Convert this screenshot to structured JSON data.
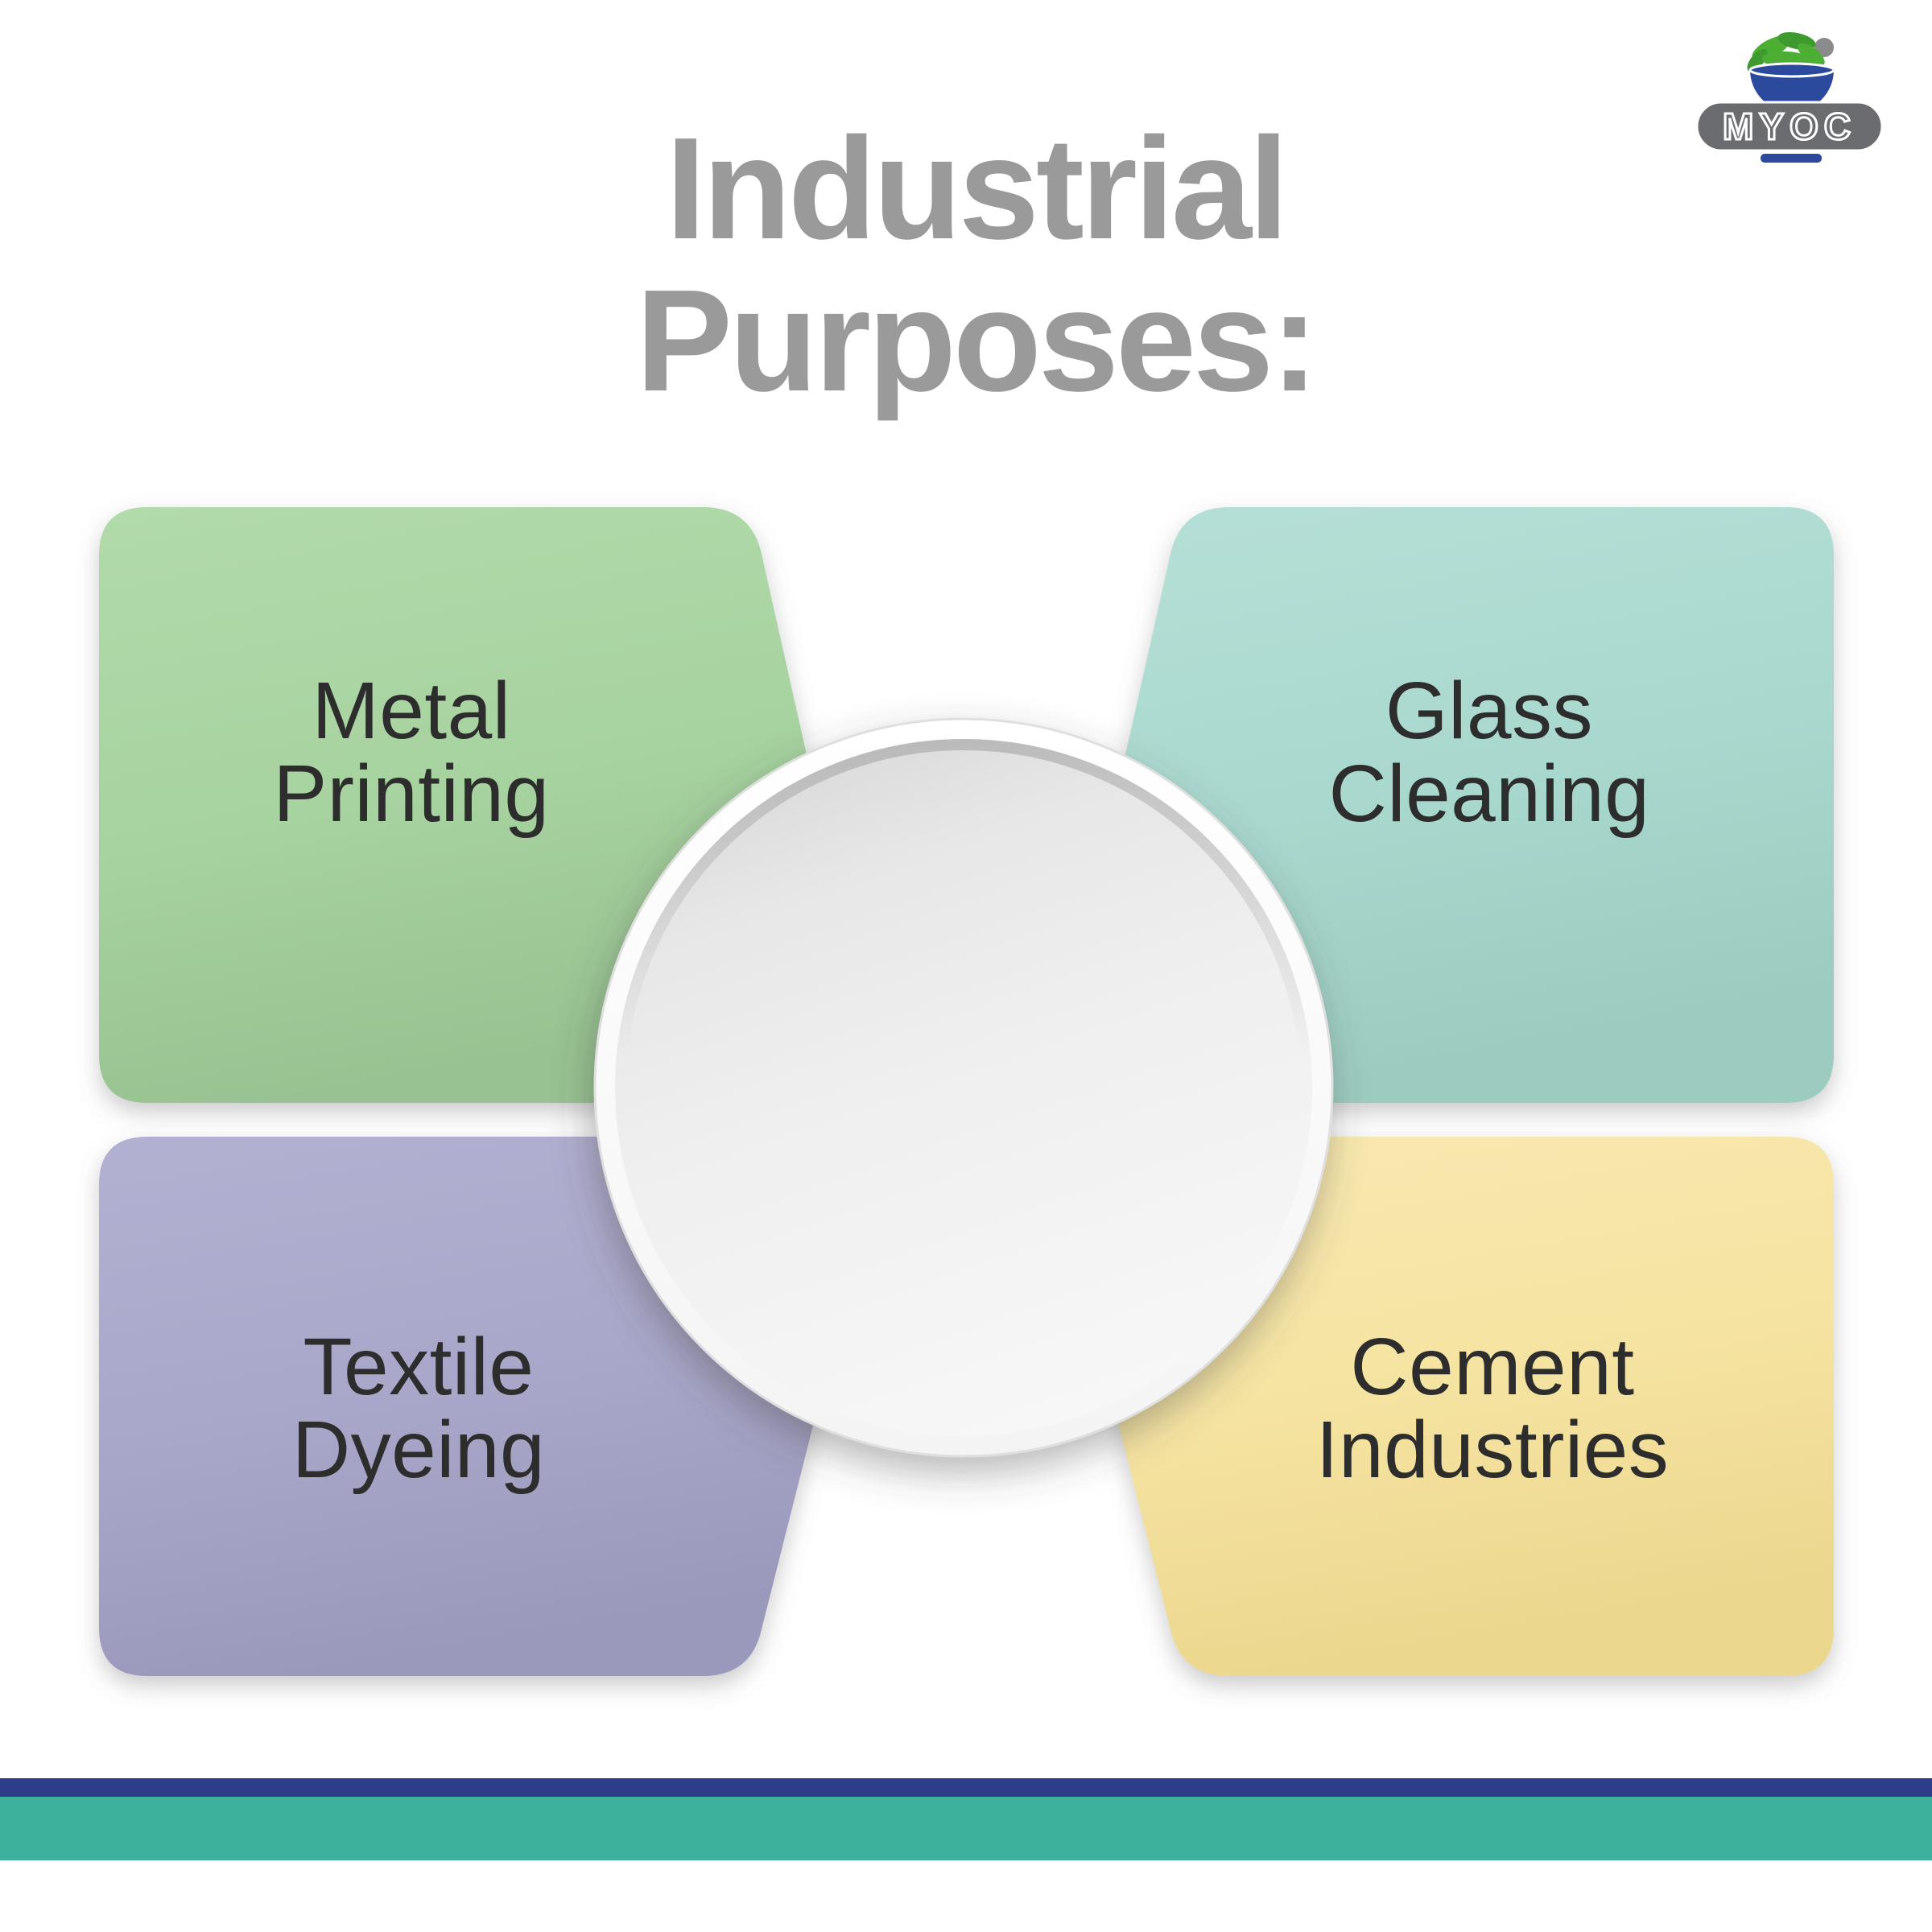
{
  "title": {
    "lines": [
      "Industrial",
      "Purposes:"
    ],
    "color": "#9A9A9A"
  },
  "logo": {
    "brand": "MYOC",
    "colors": {
      "leaf_green": "#4CAE33",
      "leaf_green_dark": "#3E9A2E",
      "bowl_blue": "#2B4A9E",
      "pill_gray": "#6B6C70",
      "pestle_gray": "#8A8B8D",
      "underline_blue": "#2B4A9E"
    }
  },
  "cards": [
    {
      "id": "metal-printing",
      "lines": [
        "Metal",
        "Printing"
      ],
      "color": "#A9D4A2"
    },
    {
      "id": "glass-cleaning",
      "lines": [
        "Glass",
        "Cleaning"
      ],
      "color": "#AADAD0"
    },
    {
      "id": "textile-dyeing",
      "lines": [
        "Textile",
        "Dyeing"
      ],
      "color": "#ABA9CB"
    },
    {
      "id": "cement-industries",
      "lines": [
        "Cement",
        "Industries"
      ],
      "color": "#F6E5A6"
    }
  ],
  "label_text_color": "#2D2D2D",
  "footer": {
    "stripes": [
      {
        "name": "navy",
        "color": "#2E3D8A"
      },
      {
        "name": "teal",
        "color": "#3DB19B"
      }
    ]
  }
}
